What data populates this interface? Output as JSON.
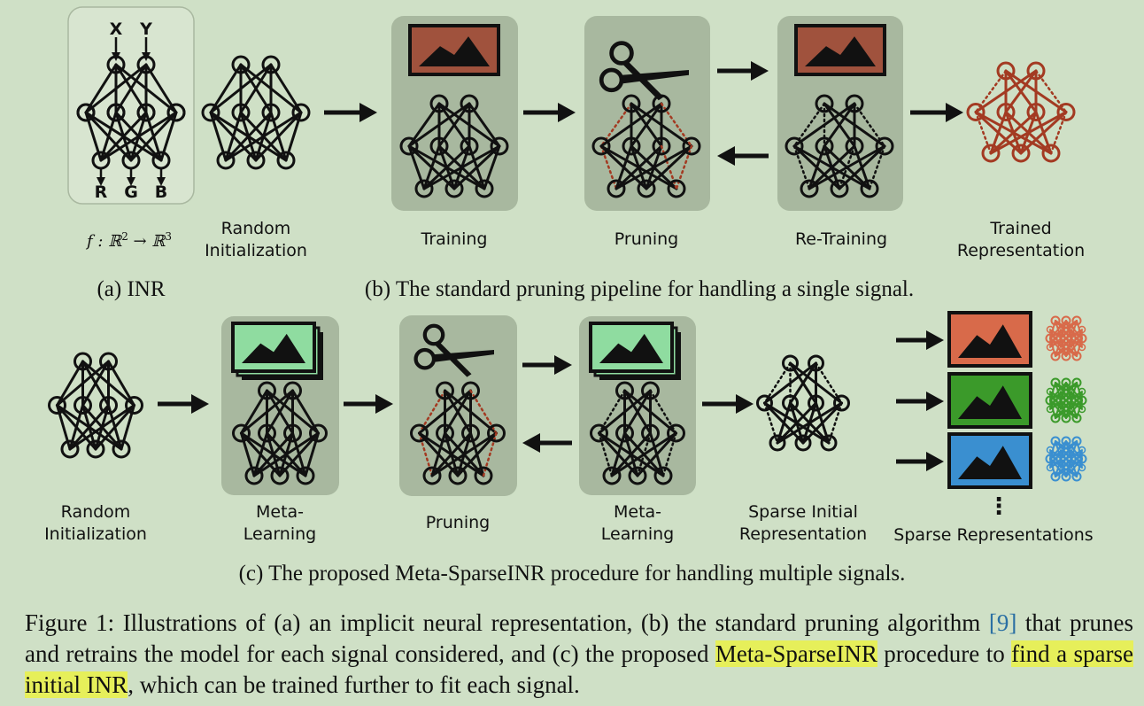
{
  "io_labels": {
    "x": "X",
    "y": "Y",
    "r": "R",
    "g": "G",
    "b": "B"
  },
  "panel_a": {
    "function_text": "f : ℝ",
    "sup2": "2",
    "arrow_text": " → ℝ",
    "sup3": "3",
    "caption": "(a) INR"
  },
  "panel_b": {
    "labels": {
      "random_init": [
        "Random",
        "Initialization"
      ],
      "training": "Training",
      "pruning": "Pruning",
      "retraining": "Re-Training",
      "trained_rep": [
        "Trained",
        "Representation"
      ]
    },
    "caption": "(b) The standard pruning pipeline for handling a single signal."
  },
  "panel_c": {
    "labels": {
      "random_init": [
        "Random",
        "Initialization"
      ],
      "meta_learning_1": [
        "Meta-",
        "Learning"
      ],
      "pruning": "Pruning",
      "meta_learning_2": [
        "Meta-",
        "Learning"
      ],
      "sparse_init_rep": [
        "Sparse Initial",
        "Representation"
      ],
      "sparse_reps": "Sparse Representations",
      "ellipsis": "⋮"
    },
    "caption": "(c) The proposed Meta-SparseINR procedure for handling multiple signals."
  },
  "figure_caption": {
    "prefix": "Figure 1: Illustrations of (a) an implicit neural representation, (b) the standard pruning algorithm ",
    "citation": "[9]",
    "middle": " that prunes and retrains the model for each signal considered, and (c) the proposed ",
    "highlight1": "Meta-SparseINR",
    "middle2": " procedure to ",
    "highlight2": "find a sparse initial INR",
    "suffix": ", which can be trained further to fit each signal."
  },
  "colors": {
    "background": "#cfe0c6",
    "panel": "#a8b89f",
    "pruned": "#a33a22",
    "img_brown": "#a0523d",
    "img_green": "#8fdca0",
    "img_orange": "#d86a4a",
    "img_leaf": "#3b9a2a",
    "img_blue": "#3a8fd0",
    "highlight": "#e6ef5a",
    "citation": "#2a6fa3"
  }
}
